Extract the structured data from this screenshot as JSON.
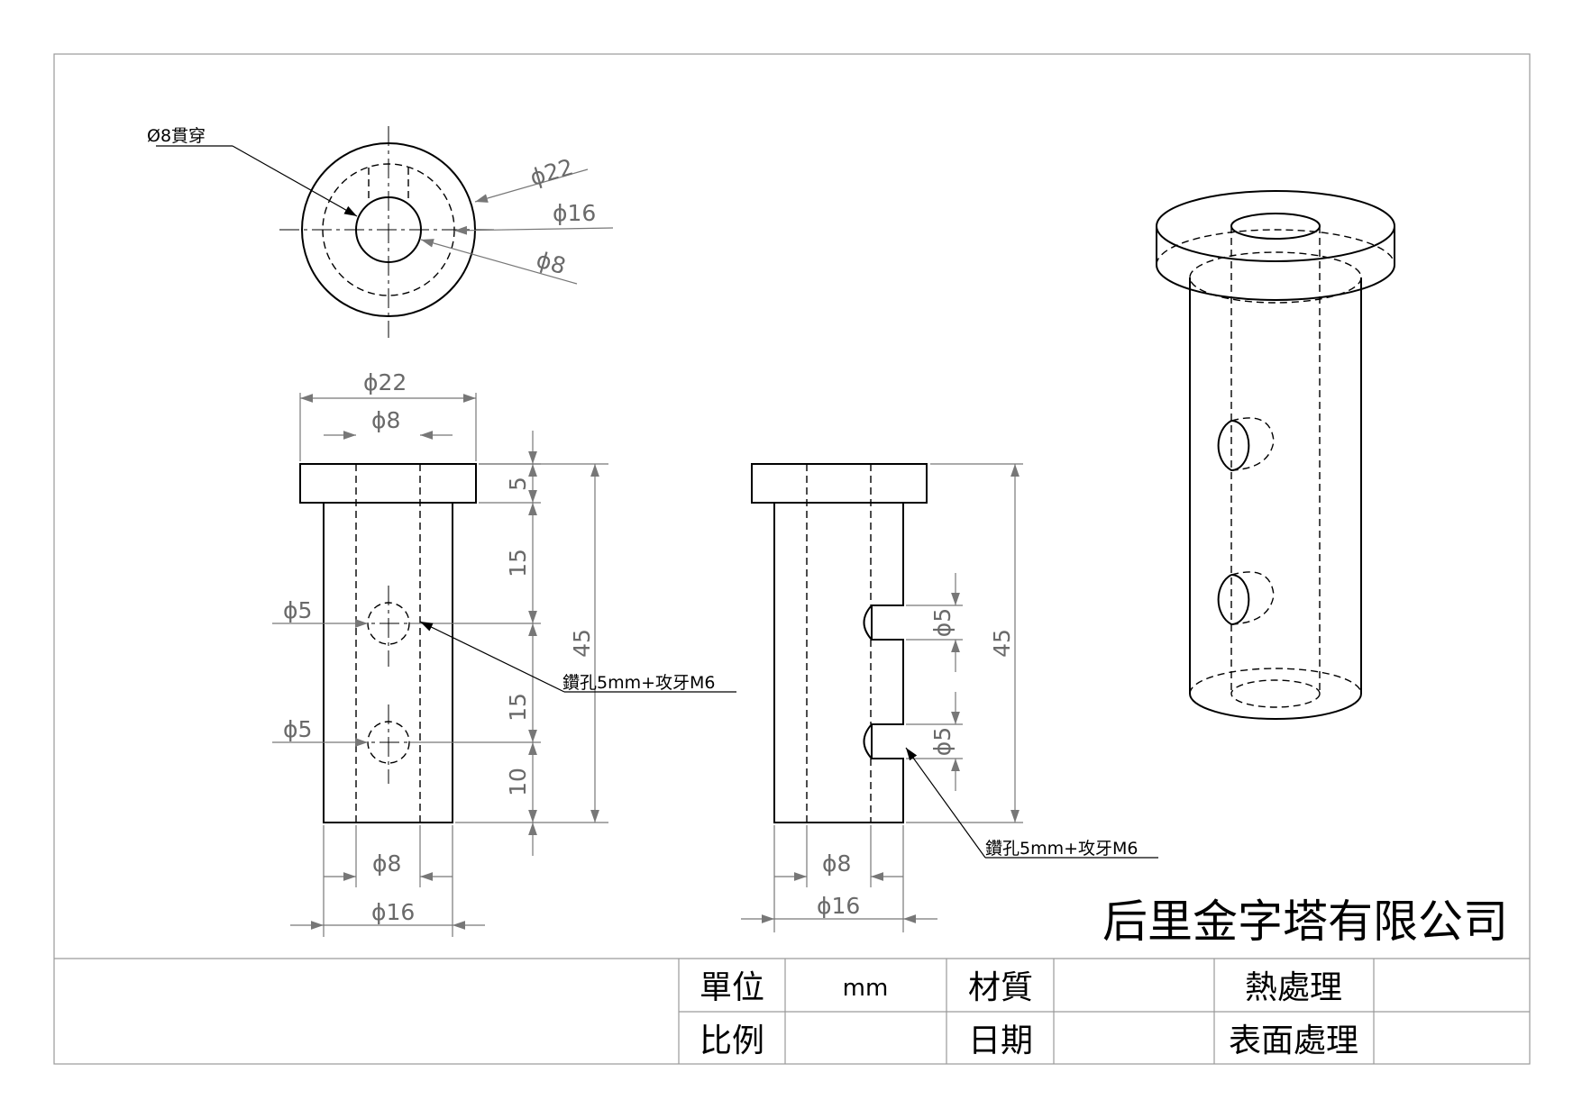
{
  "top_view": {
    "note": "Ø8貫穿",
    "dims": [
      "22",
      "16",
      "8"
    ]
  },
  "front_view": {
    "dia_top": [
      "22",
      "8"
    ],
    "dia_bottom": [
      "8",
      "16"
    ],
    "hole_dias": [
      "5",
      "5"
    ],
    "heights": [
      "5",
      "15",
      "15",
      "10"
    ],
    "overall": "45",
    "note": "鑽孔5mm+攻牙M6"
  },
  "side_view": {
    "dia_bottom": [
      "8",
      "16"
    ],
    "hole_dias": [
      "5",
      "5"
    ],
    "overall": "45",
    "note": "鑽孔5mm+攻牙M6"
  },
  "diameter_symbol": "ϕ",
  "company": "后里金字塔有限公司",
  "title_block": {
    "unit_label": "單位",
    "unit_value": "mm",
    "material_label": "材質",
    "material_value": "",
    "heat_label": "熱處理",
    "heat_value": "",
    "scale_label": "比例",
    "scale_value": "",
    "date_label": "日期",
    "date_value": "",
    "surface_label": "表面處理",
    "surface_value": ""
  }
}
